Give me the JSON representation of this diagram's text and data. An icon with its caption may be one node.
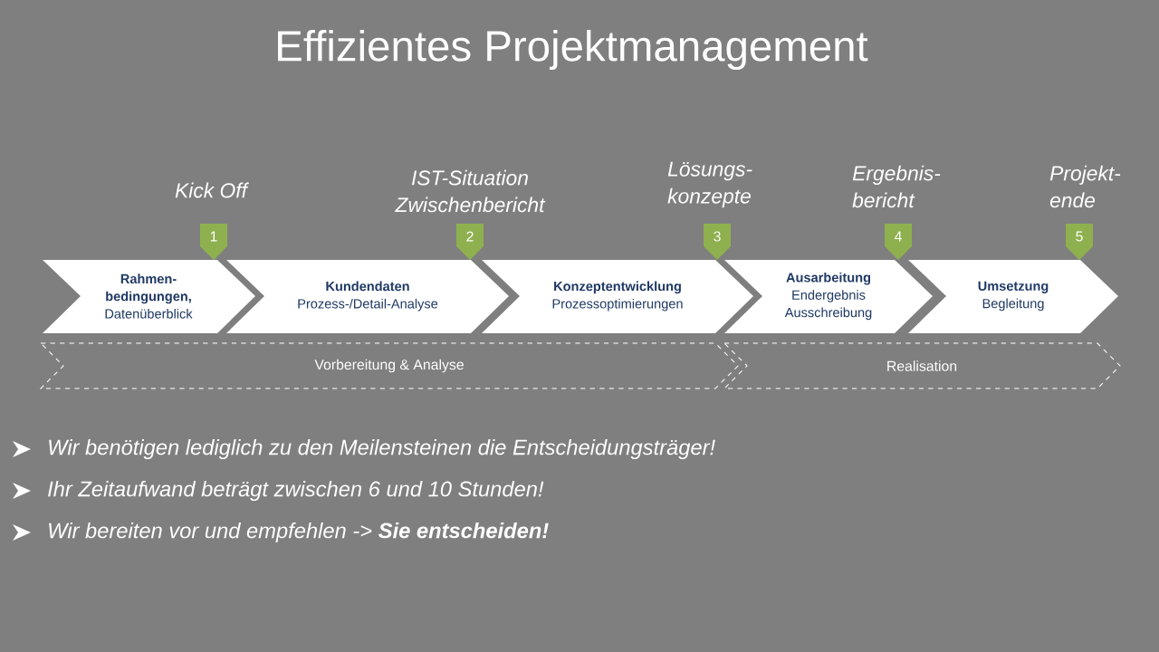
{
  "diagram": {
    "title": "Effizientes Projektmanagement",
    "nodes": [
      {
        "text": [
          "1"
        ],
        "beside": [
          "Kick Off"
        ]
      },
      {
        "text": [
          "2"
        ],
        "beside": [
          "IST-Situation Zwischenbericht"
        ]
      },
      {
        "text": [
          "3"
        ],
        "beside": [
          "Lösungs- konzepte"
        ]
      },
      {
        "text": [
          "4"
        ],
        "beside": [
          "Ergebnis- bericht"
        ]
      },
      {
        "text": [
          "5"
        ],
        "beside": [
          "Projekt- ende"
        ]
      },
      {
        "text": [
          "Rahmen- bedingungen,",
          "Datenüberblick"
        ]
      },
      {
        "text": [
          "Kundendaten",
          "Prozess-/Detail-Analyse"
        ]
      },
      {
        "text": [
          "Konzeptentwicklung",
          "Prozessoptimierungen"
        ]
      },
      {
        "text": [
          "Ausarbeitung",
          "Endergebnis Ausschreibung"
        ]
      },
      {
        "text": [
          "Umsetzung",
          "Begleitung"
        ]
      },
      {
        "text": [
          "Vorbereitung & Analyse"
        ]
      },
      {
        "text": [
          "Realisation"
        ]
      }
    ],
    "labels": [
      "Wir benötigen lediglich zu den Meilensteinen die Entscheidungsträger!",
      "Ihr Zeitaufwand beträgt zwischen 6 und 10 Stunden!",
      "Wir bereiten vor und empfehlen -> **Sie entscheiden!**"
    ]
  }
}
